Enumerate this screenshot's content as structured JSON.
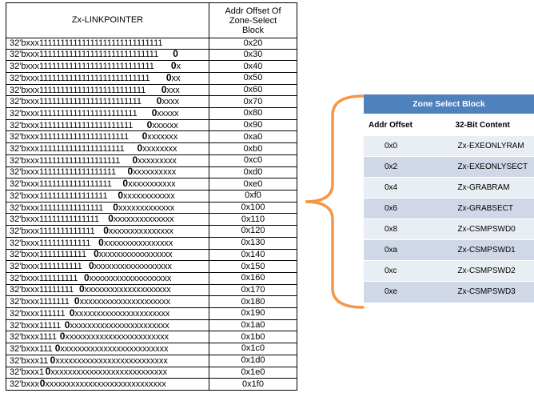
{
  "left_table": {
    "header_left": "Zx-LINKPOINTER",
    "header_right_lines": [
      "Addr Offset Of",
      "Zone-Select",
      "Block"
    ],
    "rows": [
      {
        "prefix": "32'bxxx11111111111111111111111111111",
        "zero": "",
        "suffix": "",
        "offset": "0x20"
      },
      {
        "prefix": "32'bxxx1111111111111111111111111111",
        "zero": "0",
        "suffix": "",
        "offset": "0x30"
      },
      {
        "prefix": "32'bxxx111111111111111111111111111",
        "zero": "0",
        "suffix": "x",
        "offset": "0x40"
      },
      {
        "prefix": "32'bxxx11111111111111111111111111",
        "zero": "0",
        "suffix": "xx",
        "offset": "0x50"
      },
      {
        "prefix": "32'bxxx1111111111111111111111111",
        "zero": "0",
        "suffix": "xxx",
        "offset": "0x60"
      },
      {
        "prefix": "32'bxxx111111111111111111111111",
        "zero": "0",
        "suffix": "xxxx",
        "offset": "0x70"
      },
      {
        "prefix": "32'bxxx11111111111111111111111",
        "zero": "0",
        "suffix": "xxxxx",
        "offset": "0x80"
      },
      {
        "prefix": "32'bxxx1111111111111111111111",
        "zero": "0",
        "suffix": "xxxxxx",
        "offset": "0x90"
      },
      {
        "prefix": "32'bxxx111111111111111111111",
        "zero": "0",
        "suffix": "xxxxxxx",
        "offset": "0xa0"
      },
      {
        "prefix": "32'bxxx11111111111111111111",
        "zero": "0",
        "suffix": "xxxxxxxx",
        "offset": "0xb0"
      },
      {
        "prefix": "32'bxxx1111111111111111111",
        "zero": "0",
        "suffix": "xxxxxxxxx",
        "offset": "0xc0"
      },
      {
        "prefix": "32'bxxx111111111111111111",
        "zero": "0",
        "suffix": "xxxxxxxxxx",
        "offset": "0xd0"
      },
      {
        "prefix": "32'bxxx11111111111111111",
        "zero": "0",
        "suffix": "xxxxxxxxxxx",
        "offset": "0xe0"
      },
      {
        "prefix": "32'bxxx1111111111111111",
        "zero": "0",
        "suffix": "xxxxxxxxxxxx",
        "offset": "0xf0"
      },
      {
        "prefix": "32'bxxx111111111111111",
        "zero": "0",
        "suffix": "xxxxxxxxxxxxx",
        "offset": "0x100"
      },
      {
        "prefix": "32'bxxx11111111111111",
        "zero": "0",
        "suffix": "xxxxxxxxxxxxxx",
        "offset": "0x110"
      },
      {
        "prefix": "32'bxxx1111111111111",
        "zero": "0",
        "suffix": "xxxxxxxxxxxxxxx",
        "offset": "0x120"
      },
      {
        "prefix": "32'bxxx111111111111",
        "zero": "0",
        "suffix": "xxxxxxxxxxxxxxxx",
        "offset": "0x130"
      },
      {
        "prefix": "32'bxxx11111111111",
        "zero": "0",
        "suffix": "xxxxxxxxxxxxxxxxx",
        "offset": "0x140"
      },
      {
        "prefix": "32'bxxx1111111111",
        "zero": "0",
        "suffix": "xxxxxxxxxxxxxxxxxx",
        "offset": "0x150"
      },
      {
        "prefix": "32'bxxx111111111",
        "zero": "0",
        "suffix": "xxxxxxxxxxxxxxxxxxx",
        "offset": "0x160"
      },
      {
        "prefix": "32'bxxx11111111",
        "zero": "0",
        "suffix": "xxxxxxxxxxxxxxxxxxxx",
        "offset": "0x170"
      },
      {
        "prefix": "32'bxxx1111111",
        "zero": "0",
        "suffix": "xxxxxxxxxxxxxxxxxxxxx",
        "offset": "0x180"
      },
      {
        "prefix": "32'bxxx111111",
        "zero": "0",
        "suffix": "xxxxxxxxxxxxxxxxxxxxxx",
        "offset": "0x190"
      },
      {
        "prefix": "32'bxxx11111",
        "zero": "0",
        "suffix": "xxxxxxxxxxxxxxxxxxxxxxx",
        "offset": "0x1a0"
      },
      {
        "prefix": "32'bxxx1111",
        "zero": "0",
        "suffix": "xxxxxxxxxxxxxxxxxxxxxxxx",
        "offset": "0x1b0"
      },
      {
        "prefix": "32'bxxx111",
        "zero": "0",
        "suffix": "xxxxxxxxxxxxxxxxxxxxxxxxx",
        "offset": "0x1c0"
      },
      {
        "prefix": "32'bxxx11",
        "zero": "0",
        "suffix": "xxxxxxxxxxxxxxxxxxxxxxxxxx",
        "offset": "0x1d0"
      },
      {
        "prefix": "32'bxxx1",
        "zero": "0",
        "suffix": "xxxxxxxxxxxxxxxxxxxxxxxxxxx",
        "offset": "0x1e0"
      },
      {
        "prefix": "32'bxxx",
        "zero": "0",
        "suffix": "xxxxxxxxxxxxxxxxxxxxxxxxxxxx",
        "offset": "0x1f0"
      }
    ]
  },
  "zone_select": {
    "title": "Zone Select Block",
    "col_addr": "Addr Offset",
    "col_content": "32-Bit Content",
    "rows": [
      {
        "addr": "0x0",
        "content": "Zx-EXEONLYRAM"
      },
      {
        "addr": "0x2",
        "content": "Zx-EXEONLYSECT"
      },
      {
        "addr": "0x4",
        "content": "Zx-GRABRAM"
      },
      {
        "addr": "0x6",
        "content": "Zx-GRABSECT"
      },
      {
        "addr": "0x8",
        "content": "Zx-CSMPSWD0"
      },
      {
        "addr": "0xa",
        "content": "Zx-CSMPSWD1"
      },
      {
        "addr": "0xc",
        "content": "Zx-CSMPSWD2"
      },
      {
        "addr": "0xe",
        "content": "Zx-CSMPSWD3"
      }
    ]
  },
  "colors": {
    "brace": "#f79646",
    "title_bg": "#4f81bd",
    "row_light": "#e9edf4",
    "row_dark": "#d0d8e8"
  }
}
